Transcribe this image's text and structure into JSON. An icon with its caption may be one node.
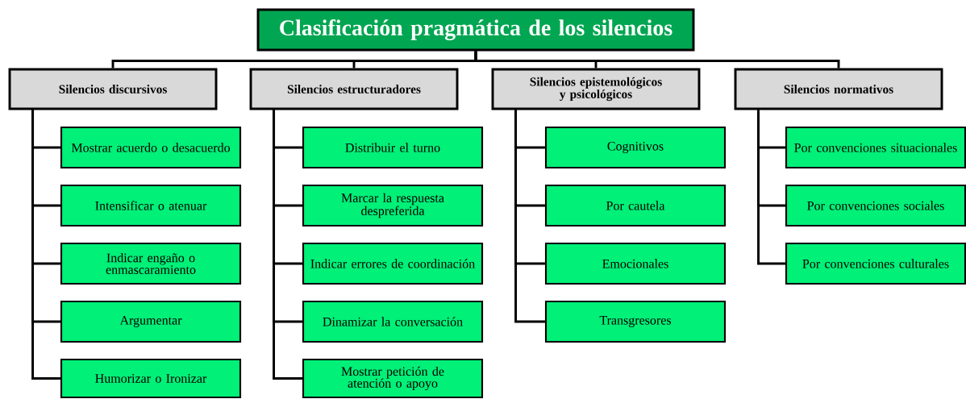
{
  "diagram": {
    "nodes": [
      {
        "text": [
          "Clasificación pragmática de los silencios"
        ]
      },
      {
        "text": [
          "Silencios discursivos"
        ]
      },
      {
        "text": [
          "Mostrar acuerdo o desacuerdo"
        ]
      },
      {
        "text": [
          "Intensificar o atenuar"
        ]
      },
      {
        "text": [
          "Indicar engaño o enmascaramiento"
        ]
      },
      {
        "text": [
          "Argumentar"
        ]
      },
      {
        "text": [
          "Humorizar o Ironizar"
        ]
      },
      {
        "text": [
          "Silencios estructuradores"
        ]
      },
      {
        "text": [
          "Distribuir el turno"
        ]
      },
      {
        "text": [
          "Marcar la respuesta despreferida"
        ]
      },
      {
        "text": [
          "Indicar errores de coordinación"
        ]
      },
      {
        "text": [
          "Dinamizar la conversación"
        ]
      },
      {
        "text": [
          "Mostrar petición de atención o apoyo"
        ]
      },
      {
        "text": [
          "Silencios epistemológicos y psicológicos"
        ]
      },
      {
        "text": [
          "Cognitivos"
        ]
      },
      {
        "text": [
          "Por cautela"
        ]
      },
      {
        "text": [
          "Emocionales"
        ]
      },
      {
        "text": [
          "Transgresores"
        ]
      },
      {
        "text": [
          "Silencios normativos"
        ]
      },
      {
        "text": [
          "Por convenciones situacionales"
        ]
      },
      {
        "text": [
          "Por convenciones sociales"
        ]
      },
      {
        "text": [
          "Por convenciones culturales"
        ]
      }
    ],
    "edges": [
      {
        "from": 0,
        "to": 1,
        "arrow": "none"
      },
      {
        "from": 0,
        "to": 7,
        "arrow": "none"
      },
      {
        "from": 0,
        "to": 13,
        "arrow": "none"
      },
      {
        "from": 0,
        "to": 18,
        "arrow": "none"
      },
      {
        "from": 1,
        "to": 2,
        "arrow": "none"
      },
      {
        "from": 1,
        "to": 3,
        "arrow": "none"
      },
      {
        "from": 1,
        "to": 4,
        "arrow": "none"
      },
      {
        "from": 1,
        "to": 5,
        "arrow": "none"
      },
      {
        "from": 1,
        "to": 6,
        "arrow": "none"
      },
      {
        "from": 7,
        "to": 8,
        "arrow": "none"
      },
      {
        "from": 7,
        "to": 9,
        "arrow": "none"
      },
      {
        "from": 7,
        "to": 10,
        "arrow": "none"
      },
      {
        "from": 7,
        "to": 11,
        "arrow": "none"
      },
      {
        "from": 7,
        "to": 12,
        "arrow": "none"
      },
      {
        "from": 13,
        "to": 14,
        "arrow": "none"
      },
      {
        "from": 13,
        "to": 15,
        "arrow": "none"
      },
      {
        "from": 13,
        "to": 16,
        "arrow": "none"
      },
      {
        "from": 13,
        "to": 17,
        "arrow": "none"
      },
      {
        "from": 18,
        "to": 19,
        "arrow": "none"
      },
      {
        "from": 18,
        "to": 20,
        "arrow": "none"
      },
      {
        "from": 18,
        "to": 21,
        "arrow": "none"
      }
    ]
  }
}
